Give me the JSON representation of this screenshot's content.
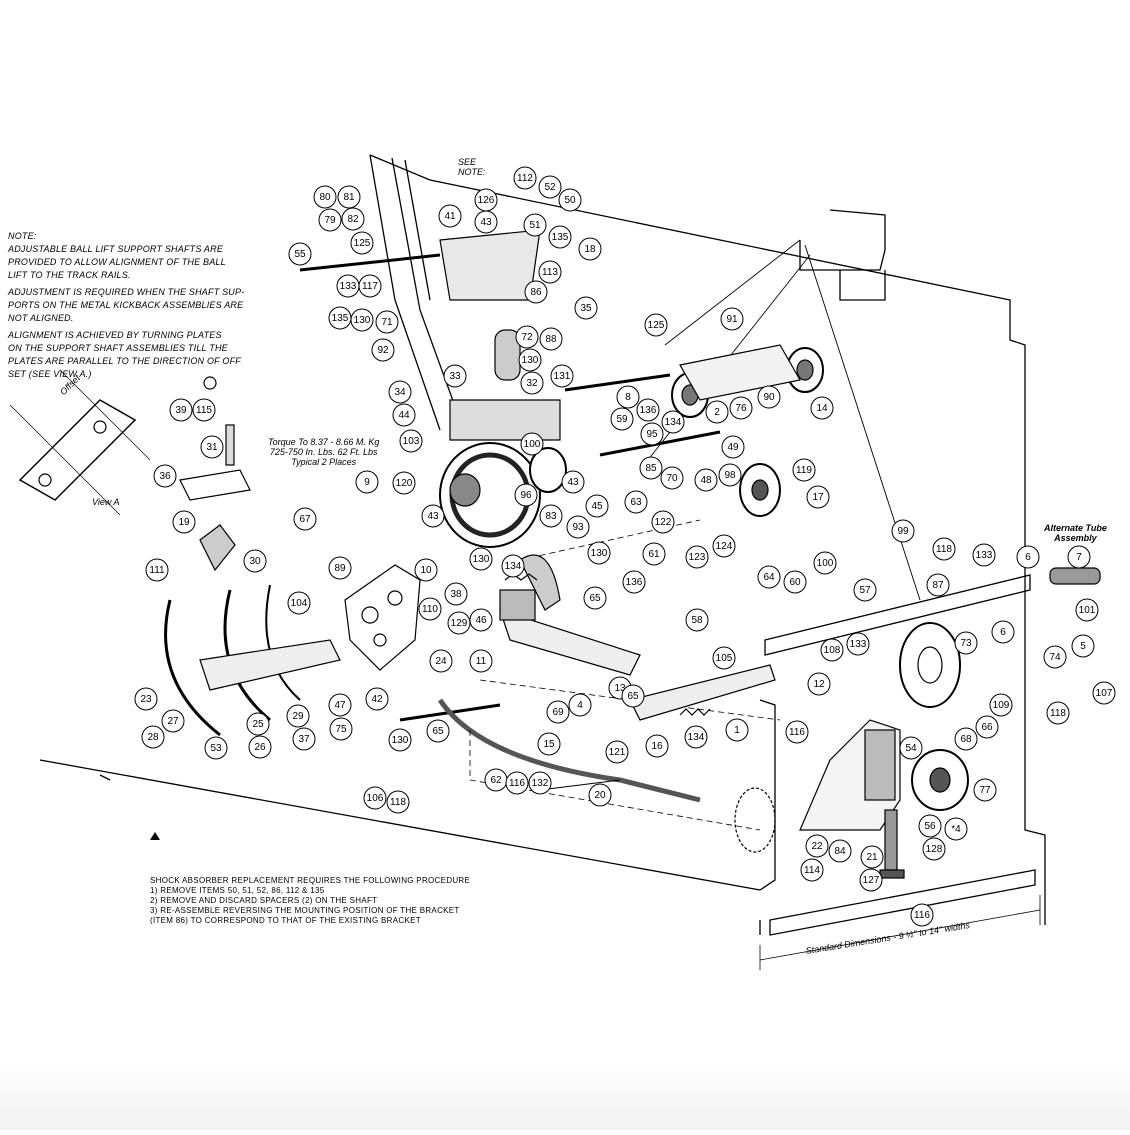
{
  "notes": {
    "left_note": [
      "NOTE:",
      "ADJUSTABLE BALL LIFT SUPPORT SHAFTS ARE",
      "PROVIDED TO ALLOW ALIGNMENT OF THE BALL",
      "LIFT TO THE TRACK RAILS.",
      "ADJUSTMENT IS REQUIRED WHEN THE SHAFT SUP-",
      "PORTS ON THE METAL KICKBACK ASSEMBLIES ARE",
      "NOT ALIGNED.",
      "ALIGNMENT IS ACHIEVED BY TURNING PLATES",
      "ON THE SUPPORT SHAFT ASSEMBLIES TILL THE",
      "PLATES ARE PARALLEL TO THE DIRECTION OF OFF",
      "SET (SEE VIEW A.)"
    ],
    "see_note": "SEE\nNOTE:",
    "offset_label": "Offset",
    "view_a_label": "View A",
    "torque_note": "Torque To 8.37 - 8.66 M. Kg\n725-750 In. Lbs. 62 Ft. Lbs\nTypical 2 Places",
    "alternate_tube": "Alternate Tube\nAssembly",
    "standard_dimensions": "Standard Dimensions - 9 ½\" to 14\" widths",
    "bottom_note": [
      "SHOCK ABSORBER REPLACEMENT REQUIRES THE FOLLOWING PROCEDURE",
      "1) REMOVE ITEMS 50, 51, 52, 86, 112 & 135",
      "2) REMOVE AND DISCARD SPACERS (2) ON THE SHAFT",
      "3) RE-ASSEMBLE REVERSING THE MOUNTING POSITION OF THE BRACKET",
      "(ITEM 86) TO CORRESPOND TO THAT OF THE EXISTING BRACKET"
    ]
  },
  "callouts": [
    {
      "label": "112"
    },
    {
      "label": "52"
    },
    {
      "label": "50"
    },
    {
      "label": "126"
    },
    {
      "label": "51"
    },
    {
      "label": "135"
    },
    {
      "label": "18"
    },
    {
      "label": "80"
    },
    {
      "label": "81"
    },
    {
      "label": "79"
    },
    {
      "label": "82"
    },
    {
      "label": "41"
    },
    {
      "label": "43"
    },
    {
      "label": "125"
    },
    {
      "label": "55"
    },
    {
      "label": "113"
    },
    {
      "label": "86"
    },
    {
      "label": "133"
    },
    {
      "label": "117"
    },
    {
      "label": "35"
    },
    {
      "label": "135"
    },
    {
      "label": "130"
    },
    {
      "label": "71"
    },
    {
      "label": "72"
    },
    {
      "label": "88"
    },
    {
      "label": "92"
    },
    {
      "label": "130"
    },
    {
      "label": "33"
    },
    {
      "label": "131"
    },
    {
      "label": "32"
    },
    {
      "label": "8"
    },
    {
      "label": "125"
    },
    {
      "label": "91"
    },
    {
      "label": "34"
    },
    {
      "label": "44"
    },
    {
      "label": "136"
    },
    {
      "label": "59"
    },
    {
      "label": "2"
    },
    {
      "label": "76"
    },
    {
      "label": "90"
    },
    {
      "label": "14"
    },
    {
      "label": "134"
    },
    {
      "label": "95"
    },
    {
      "label": "103"
    },
    {
      "label": "100"
    },
    {
      "label": "49"
    },
    {
      "label": "39"
    },
    {
      "label": "115"
    },
    {
      "label": "31"
    },
    {
      "label": "9"
    },
    {
      "label": "120"
    },
    {
      "label": "85"
    },
    {
      "label": "70"
    },
    {
      "label": "48"
    },
    {
      "label": "98"
    },
    {
      "label": "119"
    },
    {
      "label": "17"
    },
    {
      "label": "43"
    },
    {
      "label": "96"
    },
    {
      "label": "43"
    },
    {
      "label": "45"
    },
    {
      "label": "83"
    },
    {
      "label": "93"
    },
    {
      "label": "63"
    },
    {
      "label": "122"
    },
    {
      "label": "36"
    },
    {
      "label": "19"
    },
    {
      "label": "67"
    },
    {
      "label": "99"
    },
    {
      "label": "130"
    },
    {
      "label": "61"
    },
    {
      "label": "124"
    },
    {
      "label": "118"
    },
    {
      "label": "133"
    },
    {
      "label": "6"
    },
    {
      "label": "7"
    },
    {
      "label": "111"
    },
    {
      "label": "30"
    },
    {
      "label": "89"
    },
    {
      "label": "10"
    },
    {
      "label": "130"
    },
    {
      "label": "134"
    },
    {
      "label": "123"
    },
    {
      "label": "64"
    },
    {
      "label": "100"
    },
    {
      "label": "136"
    },
    {
      "label": "60"
    },
    {
      "label": "57"
    },
    {
      "label": "87"
    },
    {
      "label": "38"
    },
    {
      "label": "65"
    },
    {
      "label": "104"
    },
    {
      "label": "110"
    },
    {
      "label": "129"
    },
    {
      "label": "46"
    },
    {
      "label": "58"
    },
    {
      "label": "133"
    },
    {
      "label": "73"
    },
    {
      "label": "6"
    },
    {
      "label": "101"
    },
    {
      "label": "74"
    },
    {
      "label": "5"
    },
    {
      "label": "24"
    },
    {
      "label": "11"
    },
    {
      "label": "105"
    },
    {
      "label": "108"
    },
    {
      "label": "23"
    },
    {
      "label": "42"
    },
    {
      "label": "13"
    },
    {
      "label": "12"
    },
    {
      "label": "118"
    },
    {
      "label": "107"
    },
    {
      "label": "27"
    },
    {
      "label": "28"
    },
    {
      "label": "25"
    },
    {
      "label": "29"
    },
    {
      "label": "47"
    },
    {
      "label": "69"
    },
    {
      "label": "4"
    },
    {
      "label": "65"
    },
    {
      "label": "109"
    },
    {
      "label": "66"
    },
    {
      "label": "116"
    },
    {
      "label": "1"
    },
    {
      "label": "68"
    },
    {
      "label": "53"
    },
    {
      "label": "26"
    },
    {
      "label": "37"
    },
    {
      "label": "75"
    },
    {
      "label": "130"
    },
    {
      "label": "65"
    },
    {
      "label": "15"
    },
    {
      "label": "121"
    },
    {
      "label": "16"
    },
    {
      "label": "134"
    },
    {
      "label": "54"
    },
    {
      "label": "77"
    },
    {
      "label": "62"
    },
    {
      "label": "116"
    },
    {
      "label": "132"
    },
    {
      "label": "20"
    },
    {
      "label": "106"
    },
    {
      "label": "118"
    },
    {
      "label": "56"
    },
    {
      "label": "*4"
    },
    {
      "label": "22"
    },
    {
      "label": "84"
    },
    {
      "label": "21"
    },
    {
      "label": "128"
    },
    {
      "label": "114"
    },
    {
      "label": "127"
    },
    {
      "label": "116"
    }
  ]
}
